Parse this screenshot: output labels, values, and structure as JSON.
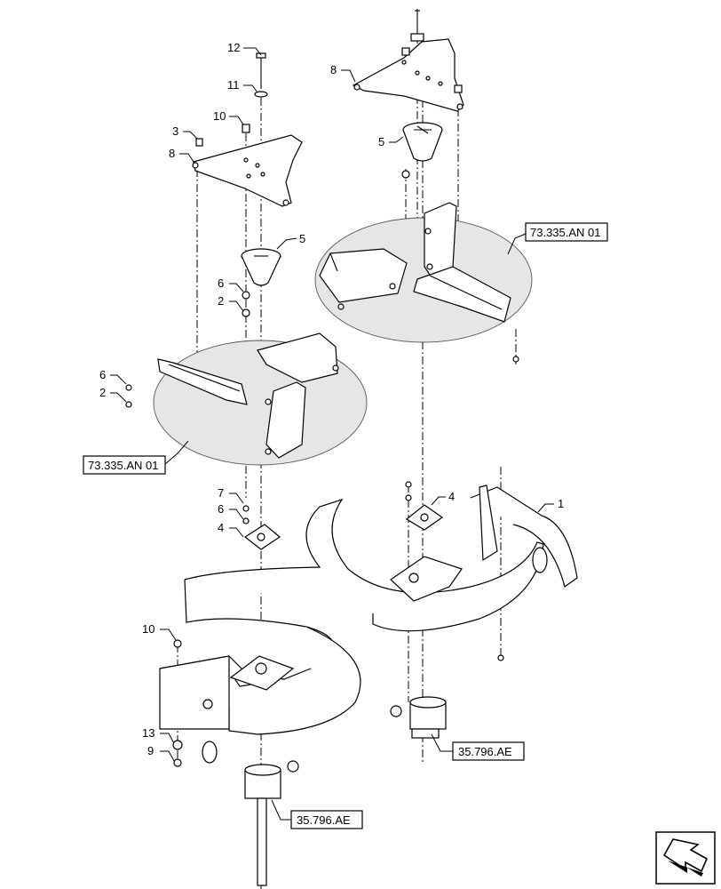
{
  "callouts": {
    "c12": "12",
    "c11": "11",
    "c10a": "10",
    "c3": "3",
    "c8a": "8",
    "c5a": "5",
    "c6a": "6",
    "c2a": "2",
    "c6b": "6",
    "c2b": "2",
    "c8b": "8",
    "c5b": "5",
    "c7": "7",
    "c6c": "6",
    "c4a": "4",
    "c4b": "4",
    "c1": "1",
    "c10b": "10",
    "c13": "13",
    "c9": "9"
  },
  "refs": {
    "detail_right": "73.335.AN 01",
    "detail_left": "73.335.AN 01",
    "motor_right": "35.796.AE",
    "motor_left": "35.796.AE"
  }
}
